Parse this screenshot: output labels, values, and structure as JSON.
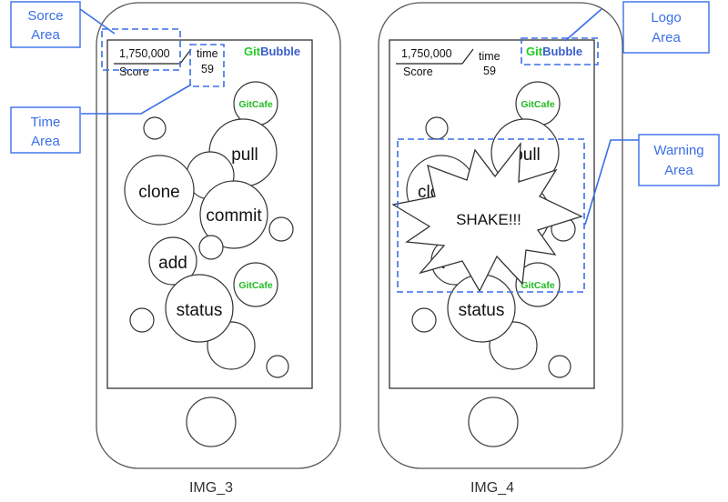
{
  "brand": {
    "git": "Git",
    "bubble": "Bubble",
    "git_color": "#22cc22",
    "bubble_color": "#3a5fcd"
  },
  "annotation_color": "#3a6ee8",
  "phones": [
    {
      "caption": "IMG_3",
      "score_value": "1,750,000",
      "score_label": "Score",
      "time_label": "time",
      "time_value": "59",
      "bubbles": [
        {
          "label": "GitCafe",
          "kind": "gitcafe"
        },
        {
          "label": "",
          "kind": "plain"
        },
        {
          "label": "pull",
          "kind": "word"
        },
        {
          "label": "",
          "kind": "plain"
        },
        {
          "label": "clone",
          "kind": "word"
        },
        {
          "label": "commit",
          "kind": "word"
        },
        {
          "label": "",
          "kind": "plain"
        },
        {
          "label": "",
          "kind": "plain"
        },
        {
          "label": "add",
          "kind": "word"
        },
        {
          "label": "GitCafe",
          "kind": "gitcafe"
        },
        {
          "label": "status",
          "kind": "word"
        },
        {
          "label": "",
          "kind": "plain"
        },
        {
          "label": "",
          "kind": "plain"
        },
        {
          "label": "",
          "kind": "plain"
        }
      ]
    },
    {
      "caption": "IMG_4",
      "score_value": "1,750,000",
      "score_label": "Score",
      "time_label": "time",
      "time_value": "59",
      "warning_text": "SHAKE!!!",
      "partial_labels": [
        "clo",
        "a"
      ],
      "bubbles": [
        {
          "label": "GitCafe",
          "kind": "gitcafe"
        },
        {
          "label": "",
          "kind": "plain"
        },
        {
          "label": "pull",
          "kind": "word"
        },
        {
          "label": "",
          "kind": "plain"
        },
        {
          "label": "",
          "kind": "plain"
        },
        {
          "label": "",
          "kind": "plain"
        },
        {
          "label": "",
          "kind": "plain"
        },
        {
          "label": "",
          "kind": "plain"
        },
        {
          "label": "",
          "kind": "plain"
        },
        {
          "label": "GitCafe",
          "kind": "gitcafe"
        },
        {
          "label": "status",
          "kind": "word"
        },
        {
          "label": "",
          "kind": "plain"
        },
        {
          "label": "",
          "kind": "plain"
        },
        {
          "label": "",
          "kind": "plain"
        }
      ]
    }
  ],
  "callouts": [
    {
      "line1": "Sorce",
      "line2": "Area"
    },
    {
      "line1": "Time",
      "line2": "Area"
    },
    {
      "line1": "Logo",
      "line2": "Area"
    },
    {
      "line1": "Warning",
      "line2": "Area"
    }
  ]
}
